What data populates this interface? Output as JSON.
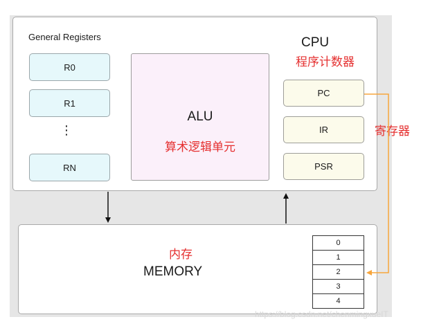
{
  "cpu": {
    "title": "CPU",
    "title_cn": "程序计数器",
    "general_registers_label": "General Registers",
    "registers": [
      "R0",
      "R1",
      "⋮",
      "RN"
    ],
    "special_registers": [
      "PC",
      "IR",
      "PSR"
    ],
    "register_cn": "寄存器"
  },
  "alu": {
    "label": "ALU",
    "label_cn": "算术逻辑单元"
  },
  "memory": {
    "label_cn": "内存",
    "label": "MEMORY",
    "cells": [
      "0",
      "1",
      "2",
      "3",
      "4"
    ]
  },
  "watermark": "https://blog.csdn.net/chenmingxueIT",
  "colors": {
    "annotation_red": "#e53030",
    "pc_arrow_orange": "#f7a53b"
  }
}
